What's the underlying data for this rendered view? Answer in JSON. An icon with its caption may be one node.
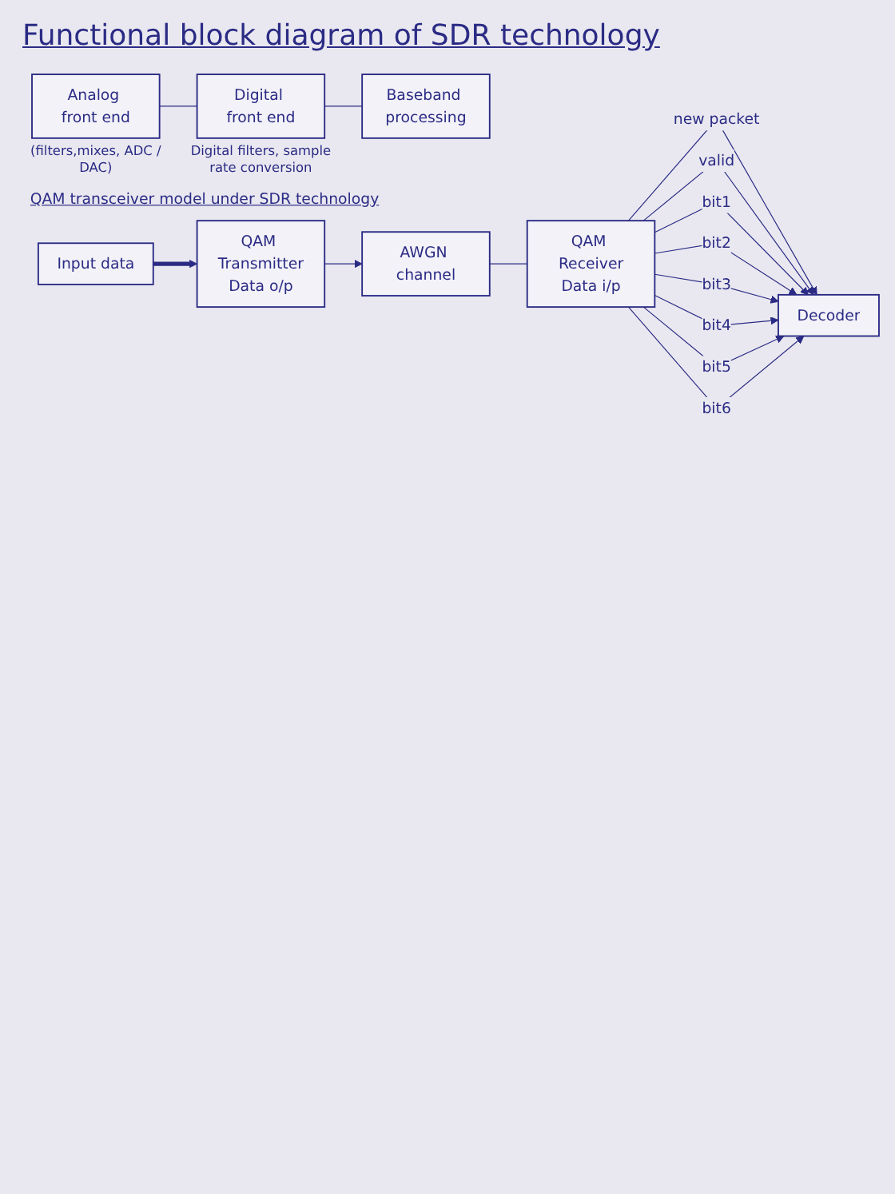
{
  "diagram": {
    "title": "Functional block diagram of SDR technology",
    "nodes": [
      {
        "text": [
          "Analog front end"
        ],
        "beside": [
          "(filters,mixes, ADC / DAC)"
        ]
      },
      {
        "text": [
          "Digital front end"
        ],
        "beside": [
          "Digital filters, sample rate conversion"
        ]
      },
      {
        "text": [
          "Baseband processing"
        ]
      },
      {
        "text": [
          "Input data"
        ]
      },
      {
        "text": [
          "QAM Transmitter",
          "Data o/p"
        ]
      },
      {
        "text": [
          "AWGN channel"
        ]
      },
      {
        "text": [
          "QAM Receiver",
          "Data i/p"
        ]
      },
      {
        "text": [
          "Decoder"
        ]
      }
    ],
    "edges": [
      {
        "from": 0,
        "to": 1,
        "arrow": "none"
      },
      {
        "from": 1,
        "to": 2,
        "arrow": "none"
      },
      {
        "from": 3,
        "to": 4,
        "arrow": "to",
        "style": "thick"
      },
      {
        "from": 4,
        "to": 5,
        "arrow": "to"
      },
      {
        "from": 5,
        "to": 6,
        "arrow": "none"
      },
      {
        "from": 6,
        "to": 7,
        "arrow": "to",
        "label": "new packet"
      },
      {
        "from": 6,
        "to": 7,
        "arrow": "to",
        "label": "valid"
      },
      {
        "from": 6,
        "to": 7,
        "arrow": "to",
        "label": "bit1"
      },
      {
        "from": 6,
        "to": 7,
        "arrow": "to",
        "label": "bit2"
      },
      {
        "from": 6,
        "to": 7,
        "arrow": "to",
        "label": "bit3"
      },
      {
        "from": 6,
        "to": 7,
        "arrow": "to",
        "label": "bit4"
      },
      {
        "from": 6,
        "to": 7,
        "arrow": "to",
        "label": "bit5"
      },
      {
        "from": 6,
        "to": 7,
        "arrow": "to",
        "label": "bit6"
      }
    ],
    "labels": [
      "QAM transceiver model under SDR technology"
    ]
  }
}
